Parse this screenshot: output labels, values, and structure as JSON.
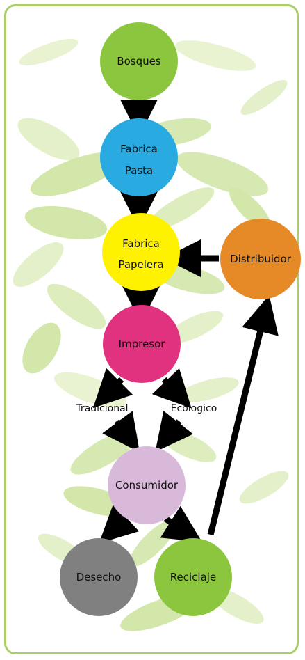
{
  "nodes": {
    "bosques": {
      "label": "Bosques",
      "color": "#8cc63f"
    },
    "fabrica_pasta": {
      "line1": "Fabrica",
      "line2": "Pasta",
      "color": "#29abe2"
    },
    "fabrica_papelera": {
      "line1": "Fabrica",
      "line2": "Papelera",
      "color": "#fff200"
    },
    "distribuidor": {
      "label": "Distribuidor",
      "color": "#e68a27"
    },
    "impresor": {
      "label": "Impresor",
      "color": "#e0327f"
    },
    "consumidor": {
      "label": "Consumidor",
      "color": "#d8b9da"
    },
    "desecho": {
      "label": "Desecho",
      "color": "#808080"
    },
    "reciclaje": {
      "label": "Reciclaje",
      "color": "#8cc63f"
    }
  },
  "branches": {
    "tradicional": "Tradicional",
    "ecologico": "Ecologico"
  },
  "colors": {
    "frame_border": "#a9cf6b",
    "leaf_light": "#dcebb8",
    "leaf_mid": "#c3df8d",
    "arrow": "#000000"
  }
}
